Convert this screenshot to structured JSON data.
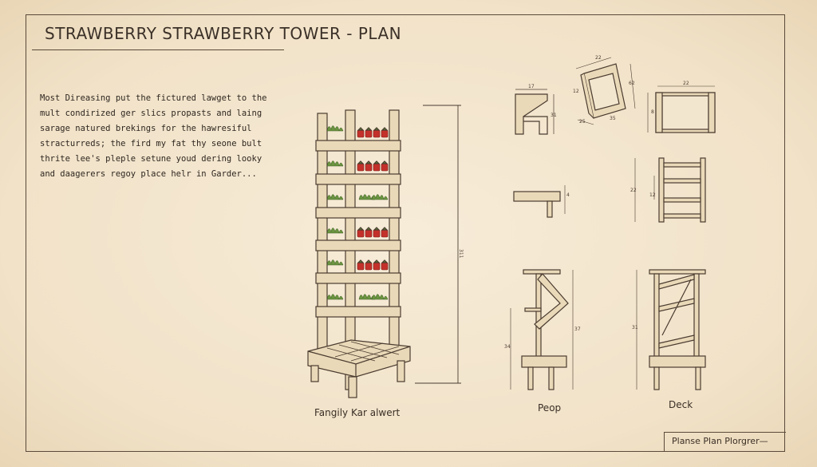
{
  "title": "STRAWBERRY STRAWBERRY TOWER  -  PLAN",
  "description_lines": [
    "Most Direasing put the fictured lawget to the",
    "mult condirized ger slics propasts and laing",
    "sarage natured brekings for the hawresiful",
    "stracturreds; the fird my fat thy seone bult",
    "thrite lee's pleple setune youd dering looky",
    "and daagerers regoy place helr in Garder..."
  ],
  "captions": {
    "tower": "Fangily Kar alwert",
    "side_view": "Peop",
    "front_view": "Deck"
  },
  "dimensions": {
    "tower_height": "311",
    "top_small_width": "17",
    "top_small_height": "31",
    "iso_width": "22",
    "iso_height": "62",
    "iso_side": "12",
    "iso_depth": "25",
    "iso_depth2": "35",
    "box_width": "22",
    "box_height": "8",
    "ladder_height": "22",
    "ladder_mid": "12",
    "shelf_height": "4",
    "side_height": "37",
    "side_lower": "34",
    "front_height": "31"
  },
  "footer": "Planse Plan Plorgrer—",
  "colors": {
    "paper": "#f3e6cf",
    "ink": "#3a2f25",
    "wood": "#e8d7b5",
    "strawberry": "#c4312b",
    "leaf": "#5f8a3a"
  }
}
